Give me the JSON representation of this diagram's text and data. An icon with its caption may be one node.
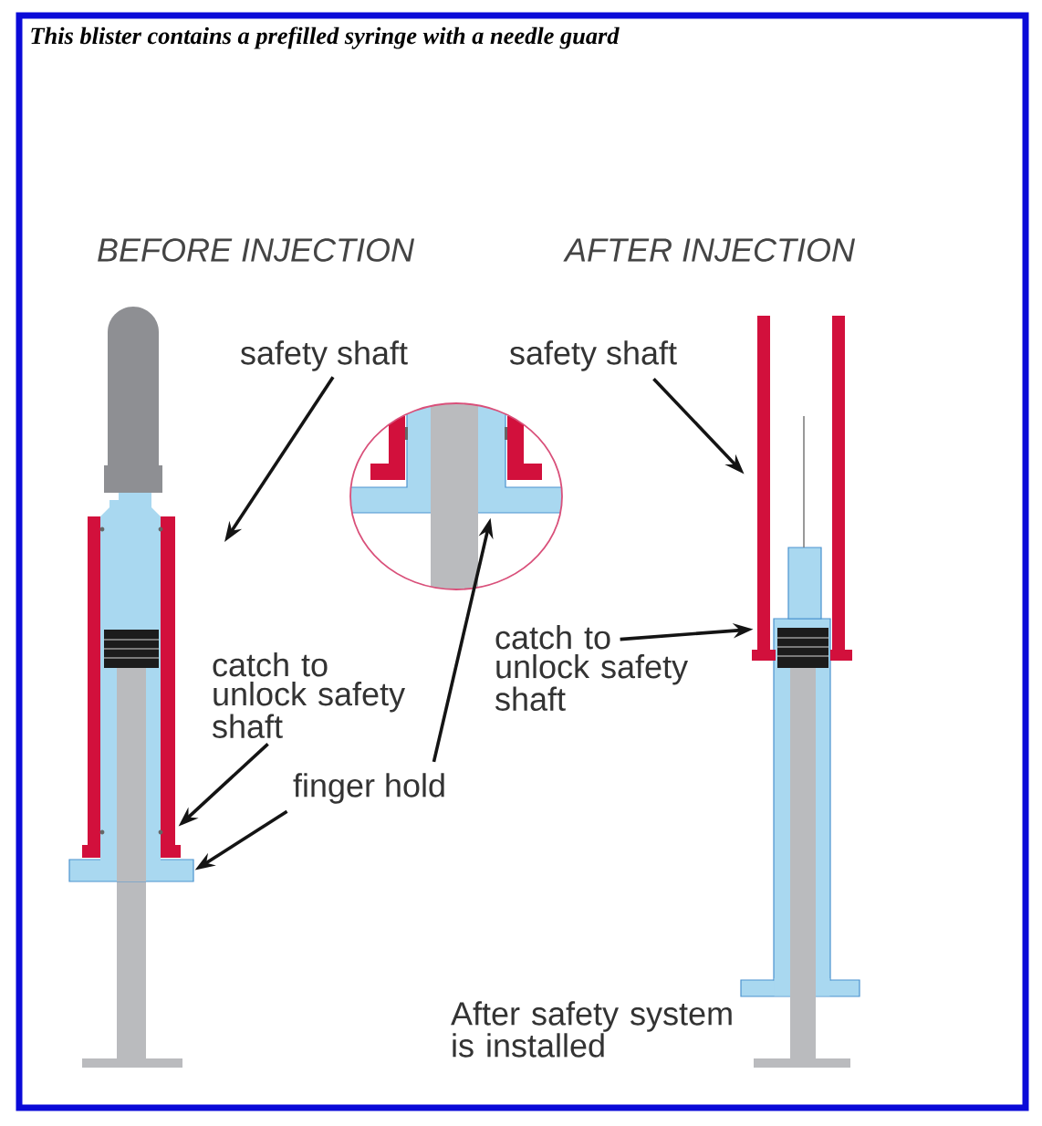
{
  "diagram": {
    "title": "This blister contains a prefilled syringe with a needle guard",
    "nodes": [
      {
        "text": [],
        "shape": "picture"
      },
      {
        "text": [
          "safety shaft"
        ]
      },
      {
        "text": [],
        "shape": "picture"
      },
      {
        "text": [
          "safety shaft"
        ]
      },
      {
        "text": [],
        "shape": "picture",
        "beside": [
          "After safety system is installed"
        ]
      },
      {
        "text": [
          "catch to unlock safety shaft"
        ]
      },
      {
        "text": [
          "catch to unlock safety shaft"
        ]
      },
      {
        "text": [
          "finger hold"
        ]
      }
    ],
    "edges": [
      {
        "from": 1,
        "to": null,
        "arrow": "to"
      },
      {
        "from": 3,
        "to": 4,
        "arrow": "to"
      },
      {
        "from": 6,
        "to": 4,
        "arrow": "to"
      },
      {
        "from": 5,
        "to": 0,
        "arrow": "to"
      },
      {
        "from": 7,
        "to": 0,
        "arrow": "to"
      },
      {
        "from": 7,
        "to": 2,
        "arrow": "to"
      }
    ],
    "labels": [
      "BEFORE INJECTION",
      "AFTER INJECTION"
    ]
  }
}
